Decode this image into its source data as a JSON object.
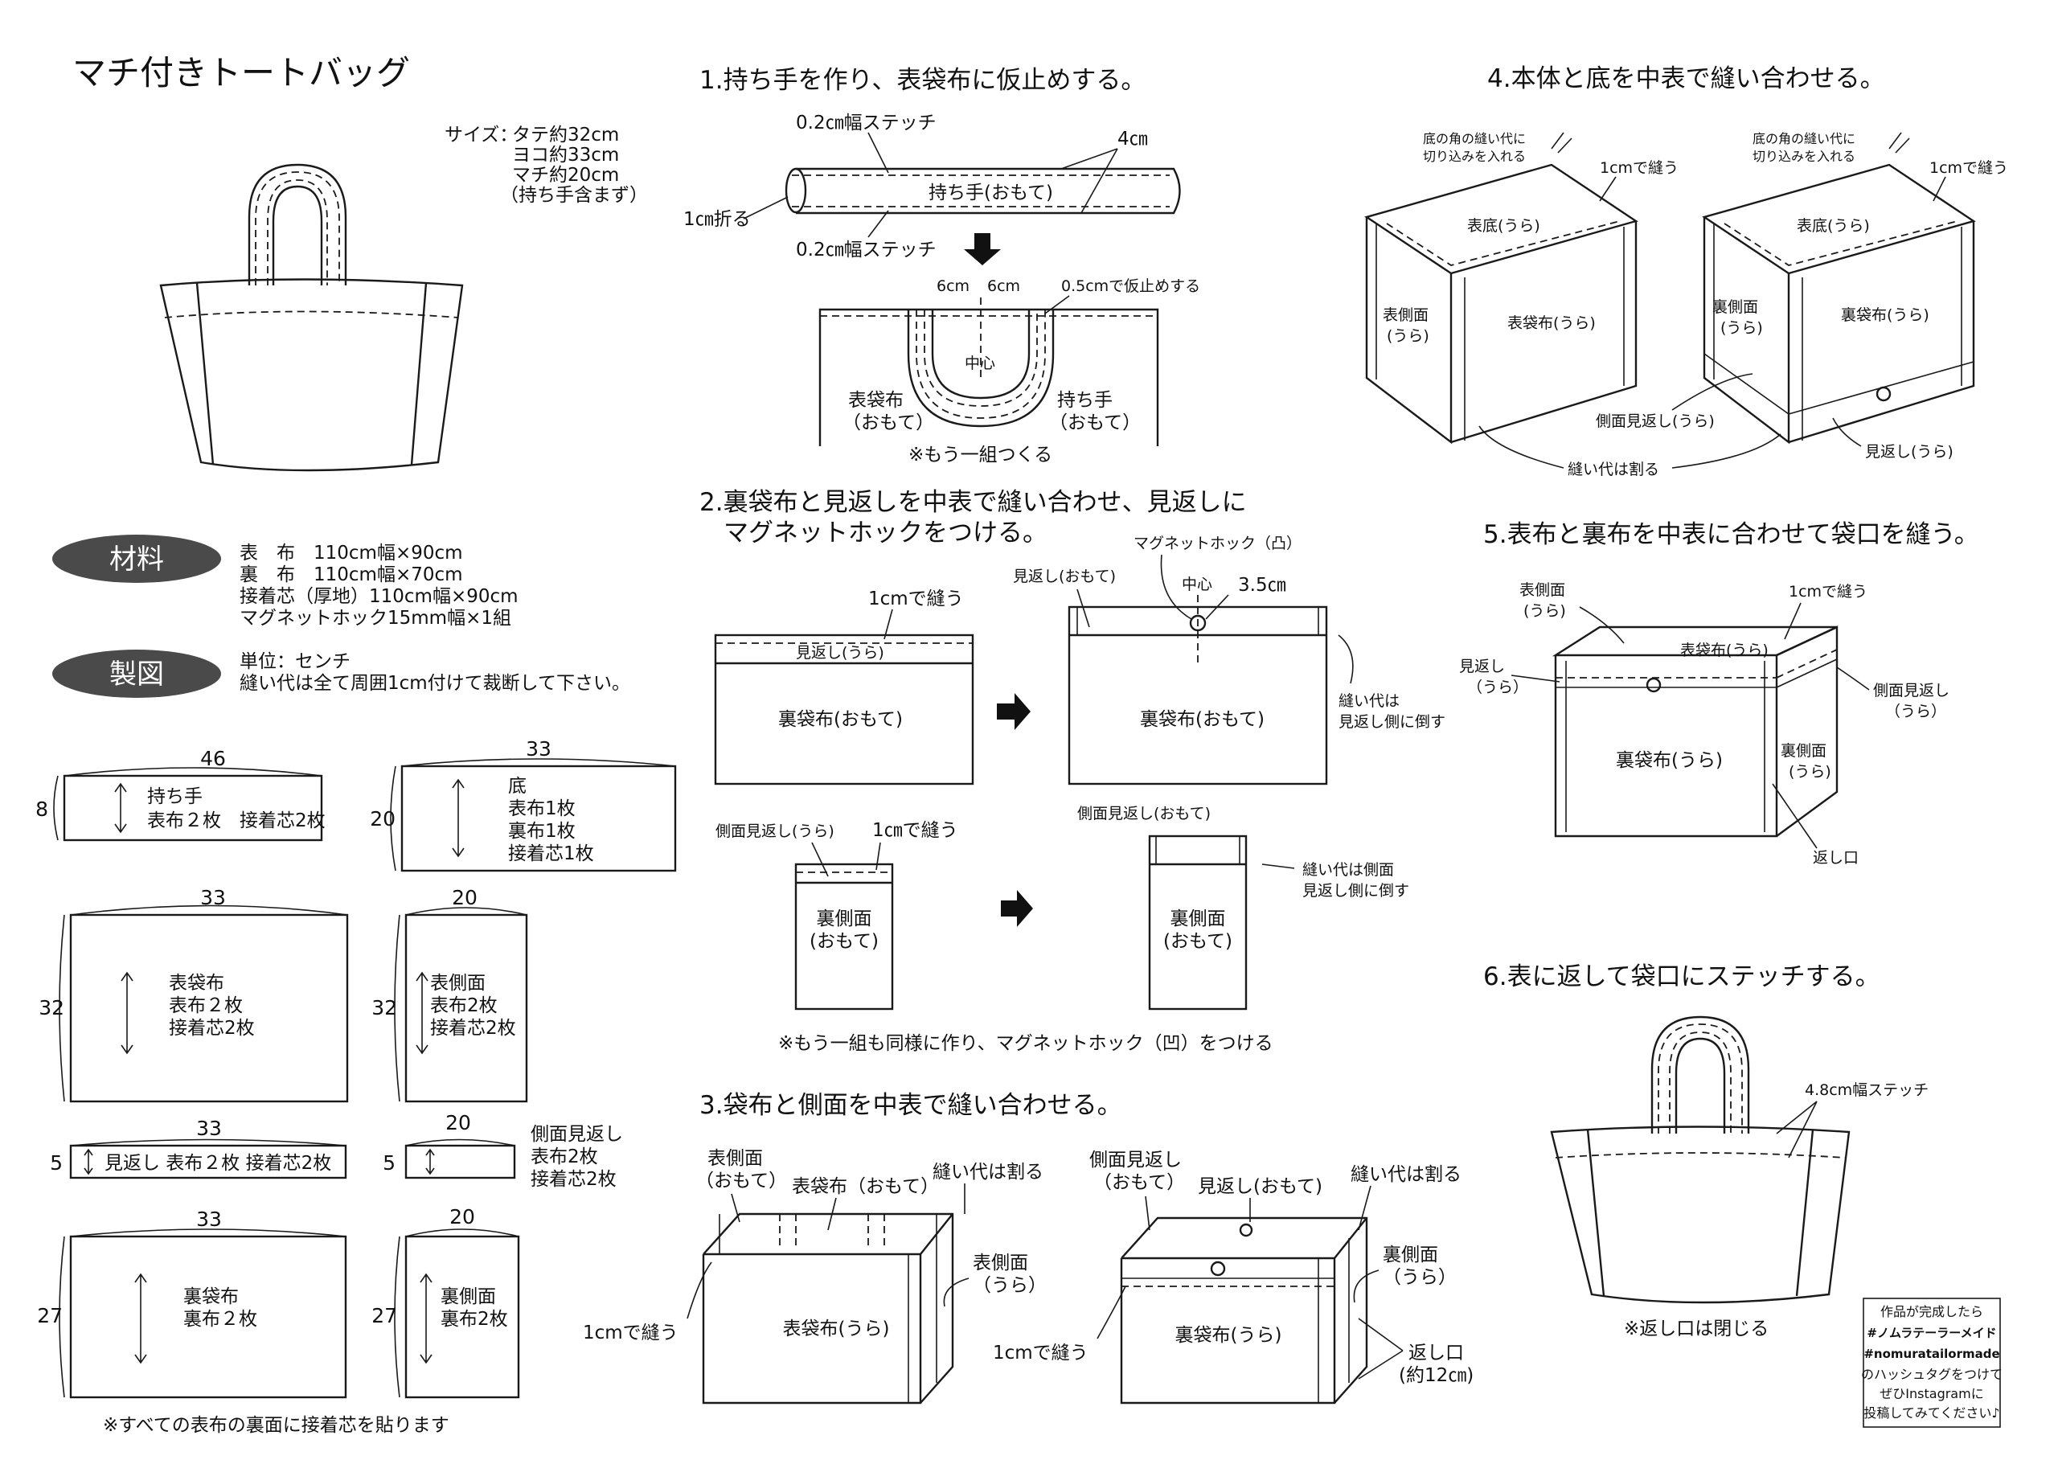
{
  "title": "マチ付きトートバッグ",
  "size": {
    "label": "サイズ：",
    "lines": [
      "タテ約32cm",
      "ヨコ約33cm",
      "マチ約20cm",
      "（持ち手含まず）"
    ]
  },
  "materials": {
    "badge": "材料",
    "lines": [
      "表　布　110cm幅×90cm",
      "裏　布　110cm幅×70cm",
      "接着芯（厚地）110cm幅×90cm",
      "マグネットホック15mm幅×1組"
    ]
  },
  "pattern": {
    "badge": "製図",
    "lines": [
      "単位：センチ",
      "縫い代は全て周囲1cm付けて裁断して下さい。"
    ],
    "pieces": [
      {
        "w": "46",
        "h": "8",
        "lines": [
          "持ち手",
          "表布２枚　接着芯2枚"
        ]
      },
      {
        "w": "33",
        "h": "20",
        "lines": [
          "底",
          "表布1枚",
          "裏布1枚",
          "接着芯1枚"
        ]
      },
      {
        "w": "33",
        "h": "32",
        "lines": [
          "表袋布",
          "表布２枚",
          "接着芯2枚"
        ]
      },
      {
        "w": "20",
        "h": "32",
        "lines": [
          "表側面",
          "表布2枚",
          "接着芯2枚"
        ]
      },
      {
        "w": "33",
        "h": "5",
        "lines": [
          "見返し 表布２枚 接着芯2枚"
        ]
      },
      {
        "w": "20",
        "h": "5",
        "lines": [
          "側面見返し",
          "表布2枚",
          "接着芯2枚"
        ]
      },
      {
        "w": "33",
        "h": "27",
        "lines": [
          "裏袋布",
          "裏布２枚"
        ]
      },
      {
        "w": "20",
        "h": "27",
        "lines": [
          "裏側面",
          "裏布2枚"
        ]
      }
    ],
    "footnote": "※すべての表布の裏面に接着芯を貼ります"
  },
  "step1": {
    "title": "1.持ち手を作り、表袋布に仮止めする。",
    "labels": {
      "stitch_top": "0.2㎝幅ステッチ",
      "stitch_bottom": "0.2㎝幅ステッチ",
      "width": "4㎝",
      "fold": "1㎝折る",
      "strap": "持ち手(おもて)",
      "d1": "6cm",
      "d2": "6cm",
      "baste": "0.5cmで仮止めする",
      "center": "中心",
      "outer": [
        "表袋布",
        "（おもて）"
      ],
      "handle": [
        "持ち手",
        "（おもて）"
      ],
      "note": "※もう一組つくる"
    }
  },
  "step2": {
    "title": [
      "2.裏袋布と見返しを中表で縫い合わせ、見返しに",
      "マグネットホックをつける。"
    ],
    "labels": {
      "sew1": "1cmで縫う",
      "facing_back": "見返し(うら)",
      "lining": "裏袋布(おもて)",
      "facing_front": "見返し(おもて)",
      "magnet": "マグネットホック（凸）",
      "center": "中心",
      "dist": "3.5㎝",
      "lining2": "裏袋布(おもて)",
      "press": [
        "縫い代は",
        "見返し側に倒す"
      ],
      "side_facing_back": "側面見返し(うら)",
      "sew2": "1㎝で縫う",
      "side_lining": [
        "裏側面",
        "(おもて)"
      ],
      "side_facing_front": "側面見返し(おもて)",
      "side_lining2": [
        "裏側面",
        "(おもて)"
      ],
      "press2": [
        "縫い代は側面",
        "見返し側に倒す"
      ],
      "note": "※もう一組も同様に作り、マグネットホック（凹）をつける"
    }
  },
  "step3": {
    "title": "3.袋布と側面を中表で縫い合わせる。",
    "labels": {
      "side_front": [
        "表側面",
        "（おもて）"
      ],
      "outer_front": "表袋布（おもて）",
      "open1": "縫い代は割る",
      "side_back": [
        "表側面",
        "（うら）"
      ],
      "outer_back": "表袋布(うら)",
      "sew": "1cmで縫う",
      "side_facing": [
        "側面見返し",
        "（おもて）"
      ],
      "facing": "見返し(おもて)",
      "open2": "縫い代は割る",
      "lining_side": [
        "裏側面",
        "（うら）"
      ],
      "lining": "裏袋布(うら)",
      "sew2": "1cmで縫う",
      "gap": [
        "返し口",
        "(約12㎝)"
      ]
    }
  },
  "step4": {
    "title": "4.本体と底を中表で縫い合わせる。",
    "labels": {
      "notch": [
        "底の角の縫い代に",
        "切り込みを入れる"
      ],
      "sew": "1cmで縫う",
      "bottom": "表底(うら)",
      "side": [
        "表側面",
        "(うら)"
      ],
      "outer": "表袋布(うら)",
      "notch2": [
        "底の角の縫い代に",
        "切り込みを入れる"
      ],
      "sew2": "1cmで縫う",
      "bottom2": "表底(うら)",
      "side2": [
        "裏側面",
        "(うら)"
      ],
      "lining": "裏袋布(うら)",
      "side_facing": "側面見返し(うら)",
      "facing": "見返し(うら)",
      "open": "縫い代は割る"
    }
  },
  "step5": {
    "title": "5.表布と裏布を中表に合わせて袋口を縫う。",
    "labels": {
      "side": [
        "表側面",
        "(うら)"
      ],
      "sew": "1cmで縫う",
      "bottom": "表袋布(うら)",
      "facing": [
        "見返し",
        "（うら）"
      ],
      "side_facing": [
        "側面見返し",
        "（うら）"
      ],
      "lining": "裏袋布(うら)",
      "lining_side": [
        "裏側面",
        "(うら)"
      ],
      "gap": "返し口"
    }
  },
  "step6": {
    "title": "6.表に返して袋口にステッチする。",
    "labels": {
      "stitch": "4.8cm幅ステッチ",
      "note": "※返し口は閉じる"
    }
  },
  "hashtag_box": {
    "lines": [
      "作品が完成したら",
      "#ノムラテーラーメイド",
      "#nomuratailormade",
      "のハッシュタグをつけて",
      "ぜひInstagramに",
      "投稿してみてください♪"
    ]
  }
}
